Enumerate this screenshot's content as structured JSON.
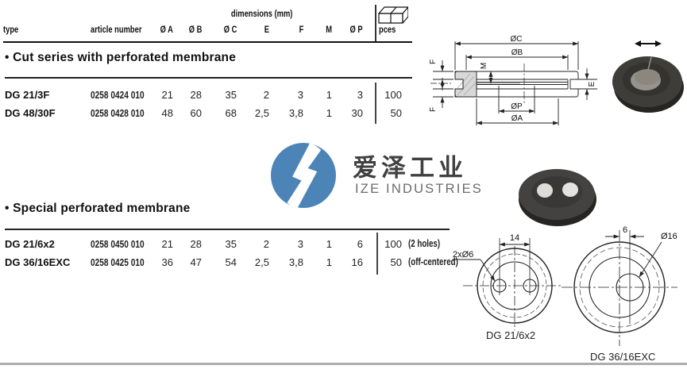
{
  "table": {
    "dimensions_header": "dimensions (mm)",
    "col_type": "type",
    "col_article": "article number",
    "col_a": "Ø A",
    "col_b": "Ø B",
    "col_c": "Ø C",
    "col_e": "E",
    "col_f": "F",
    "col_m": "M",
    "col_p": "Ø P",
    "col_pces": "pces",
    "sections": [
      {
        "title": "• Cut series with perforated membrane",
        "rows": [
          {
            "type": "DG 21/3F",
            "article": "0258 0424 010",
            "a": "21",
            "b": "28",
            "c": "35",
            "e": "2",
            "f": "3",
            "m": "1",
            "p": "3",
            "pces": "100",
            "note": ""
          },
          {
            "type": "DG 48/30F",
            "article": "0258 0428 010",
            "a": "48",
            "b": "60",
            "c": "68",
            "e": "2,5",
            "f": "3,8",
            "m": "1",
            "p": "30",
            "pces": "50",
            "note": ""
          }
        ]
      },
      {
        "title": "• Special perforated membrane",
        "rows": [
          {
            "type": "DG 21/6x2",
            "article": "0258 0450 010",
            "a": "21",
            "b": "28",
            "c": "35",
            "e": "2",
            "f": "3",
            "m": "1",
            "p": "6",
            "pces": "100",
            "note": "(2 holes)"
          },
          {
            "type": "DG 36/16EXC",
            "article": "0258 0425 010",
            "a": "36",
            "b": "47",
            "c": "54",
            "e": "2,5",
            "f": "3,8",
            "m": "1",
            "p": "16",
            "pces": "50",
            "note": "(off-centered)"
          }
        ]
      }
    ]
  },
  "logo": {
    "name_cn": "爱泽工业",
    "name_en": "IZE INDUSTRIES",
    "brand_blue": "#4d84b7"
  },
  "icons": {
    "pces": "stacked-cubes-icon",
    "grommet_flex": "double-arrow-icon"
  },
  "cross_section": {
    "dim_oc": "ØC",
    "dim_ob": "ØB",
    "dim_op": "ØP",
    "dim_oa": "ØA",
    "dim_m": "M",
    "dim_e": "E",
    "dim_f_top": "F",
    "dim_f_bottom": "F"
  },
  "hole_diagrams": {
    "dg21": {
      "caption": "DG 21/6x2",
      "dim_span": "14",
      "dim_holes": "2xØ6"
    },
    "dg36": {
      "caption": "DG 36/16EXC",
      "dim_offset": "6",
      "dim_hole": "Ø16"
    }
  }
}
